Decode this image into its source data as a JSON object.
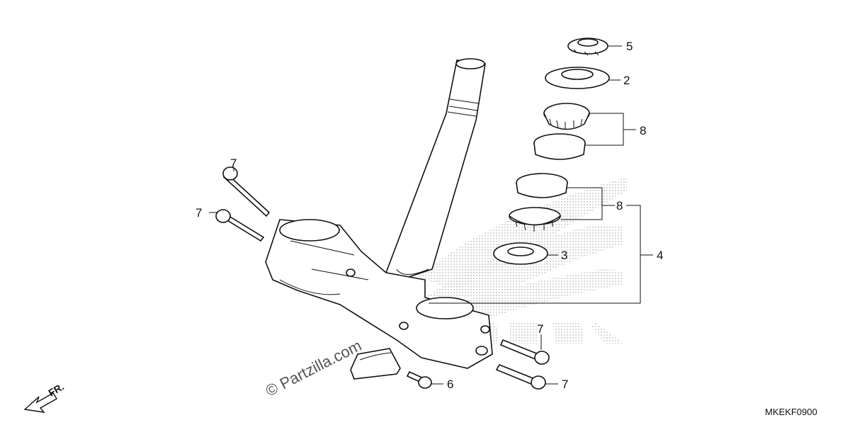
{
  "callouts": {
    "c5": "5",
    "c2": "2",
    "c8a": "8",
    "c8b": "8",
    "c3": "3",
    "c4": "4",
    "c7_tl_top": "7",
    "c7_tl_bottom": "7",
    "c7_br_top": "7",
    "c7_br_bottom": "7",
    "c6": "6"
  },
  "watermark": "© Partzilla.com",
  "diagram_code": "MKEKF0900",
  "direction_label": "FR.",
  "colors": {
    "ink": "#111111",
    "watermark": "#555555",
    "logo_dots": "#999999"
  }
}
